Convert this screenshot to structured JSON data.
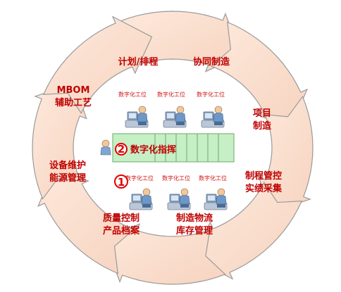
{
  "cycle": {
    "segments": [
      {
        "label1": "计划/排程",
        "label2": ""
      },
      {
        "label1": "协同制造",
        "label2": ""
      },
      {
        "label1": "项目",
        "label2": "制造"
      },
      {
        "label1": "制程管控",
        "label2": "实绩采集"
      },
      {
        "label1": "制造物流",
        "label2": "库存管理"
      },
      {
        "label1": "质量控制",
        "label2": "产品档案"
      },
      {
        "label1": "设备维护",
        "label2": "能源管理"
      },
      {
        "label1": "MBOM",
        "label2": "辅助工艺"
      }
    ]
  },
  "center": {
    "number_top": "2",
    "title": "数字化指挥",
    "number_bottom": "1",
    "workstation_label": "数字化工位",
    "top_row": [
      "数字化工位",
      "数字化工位",
      "数字化工位"
    ],
    "bottom_row": [
      "数字化工位",
      "数字化工位",
      "数字化工位"
    ]
  },
  "colors": {
    "arrow_fill": "#fbe0d0",
    "arrow_stroke": "#9a9a9a",
    "label_red": "#c00000",
    "green_bar": "#c6efc6"
  }
}
